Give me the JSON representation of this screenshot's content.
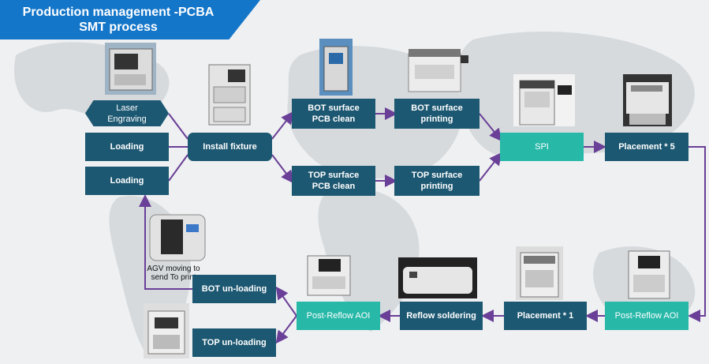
{
  "title": {
    "line1": "Production management -PCBA",
    "line2": "SMT process"
  },
  "steps": {
    "laser": "Laser\nEngraving",
    "loading1": "Loading",
    "loading2": "Loading",
    "install": "Install fixture",
    "bot_clean": "BOT surface\nPCB clean",
    "top_clean": "TOP surface\nPCB clean",
    "bot_print": "BOT surface\nprinting",
    "top_print": "TOP surface\nprinting",
    "spi": "SPI",
    "placement5": "Placement * 5",
    "aoi_right": "Post-Reflow AOI",
    "placement1": "Placement * 1",
    "reflow": "Reflow soldering",
    "aoi_left": "Post-Reflow AOI",
    "bot_unload": "BOT un-loading",
    "top_unload": "TOP un-loading"
  },
  "agv_note": "AGV moving to\nsend To print",
  "colors": {
    "title_bg": "#1476c9",
    "step_dark": "#1d5872",
    "step_teal": "#27b8a8",
    "connector": "#6a3f97"
  }
}
